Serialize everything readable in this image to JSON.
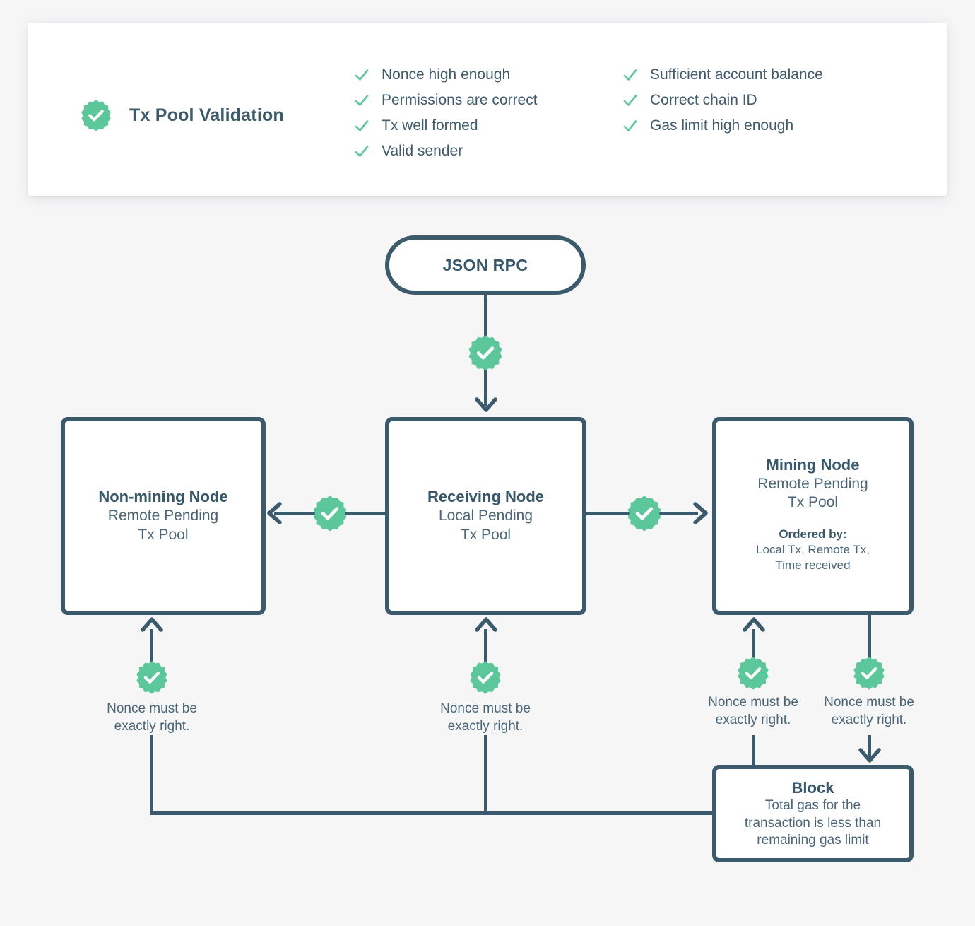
{
  "page": {
    "background": "#f6f6f7",
    "stroke_color": "#3b5a6b",
    "accent_color": "#5cc79a",
    "text_color": "#4a6678"
  },
  "header": {
    "title": "Tx Pool Validation",
    "badge_icon": "verified-check-badge-icon",
    "checklist_columns": [
      {
        "items": [
          "Nonce high enough",
          "Permissions are correct",
          "Tx well formed",
          "Valid sender"
        ]
      },
      {
        "items": [
          "Sufficient account balance",
          "Correct chain ID",
          "Gas limit high enough"
        ]
      }
    ]
  },
  "diagram": {
    "entry": {
      "label": "JSON RPC"
    },
    "nodes": [
      {
        "id": "non-mining-node",
        "title": "Non-mining Node",
        "subtitle_line1": "Remote Pending",
        "subtitle_line2": "Tx Pool"
      },
      {
        "id": "receiving-node",
        "title": "Receiving Node",
        "subtitle_line1": "Local Pending",
        "subtitle_line2": "Tx Pool"
      },
      {
        "id": "mining-node",
        "title": "Mining Node",
        "subtitle_line1": "Remote Pending",
        "subtitle_line2": "Tx Pool",
        "ordered_by_label": "Ordered by:",
        "ordered_by_line1": "Local Tx, Remote Tx,",
        "ordered_by_line2": "Time received"
      },
      {
        "id": "block",
        "title": "Block",
        "subtitle_line1": "Total gas for the",
        "subtitle_line2": "transaction is less than",
        "subtitle_line3": "remaining gas limit"
      }
    ],
    "captions": {
      "nonce_line1": "Nonce must be",
      "nonce_line2": "exactly right."
    },
    "badge_icon": "verified-check-badge-icon"
  }
}
